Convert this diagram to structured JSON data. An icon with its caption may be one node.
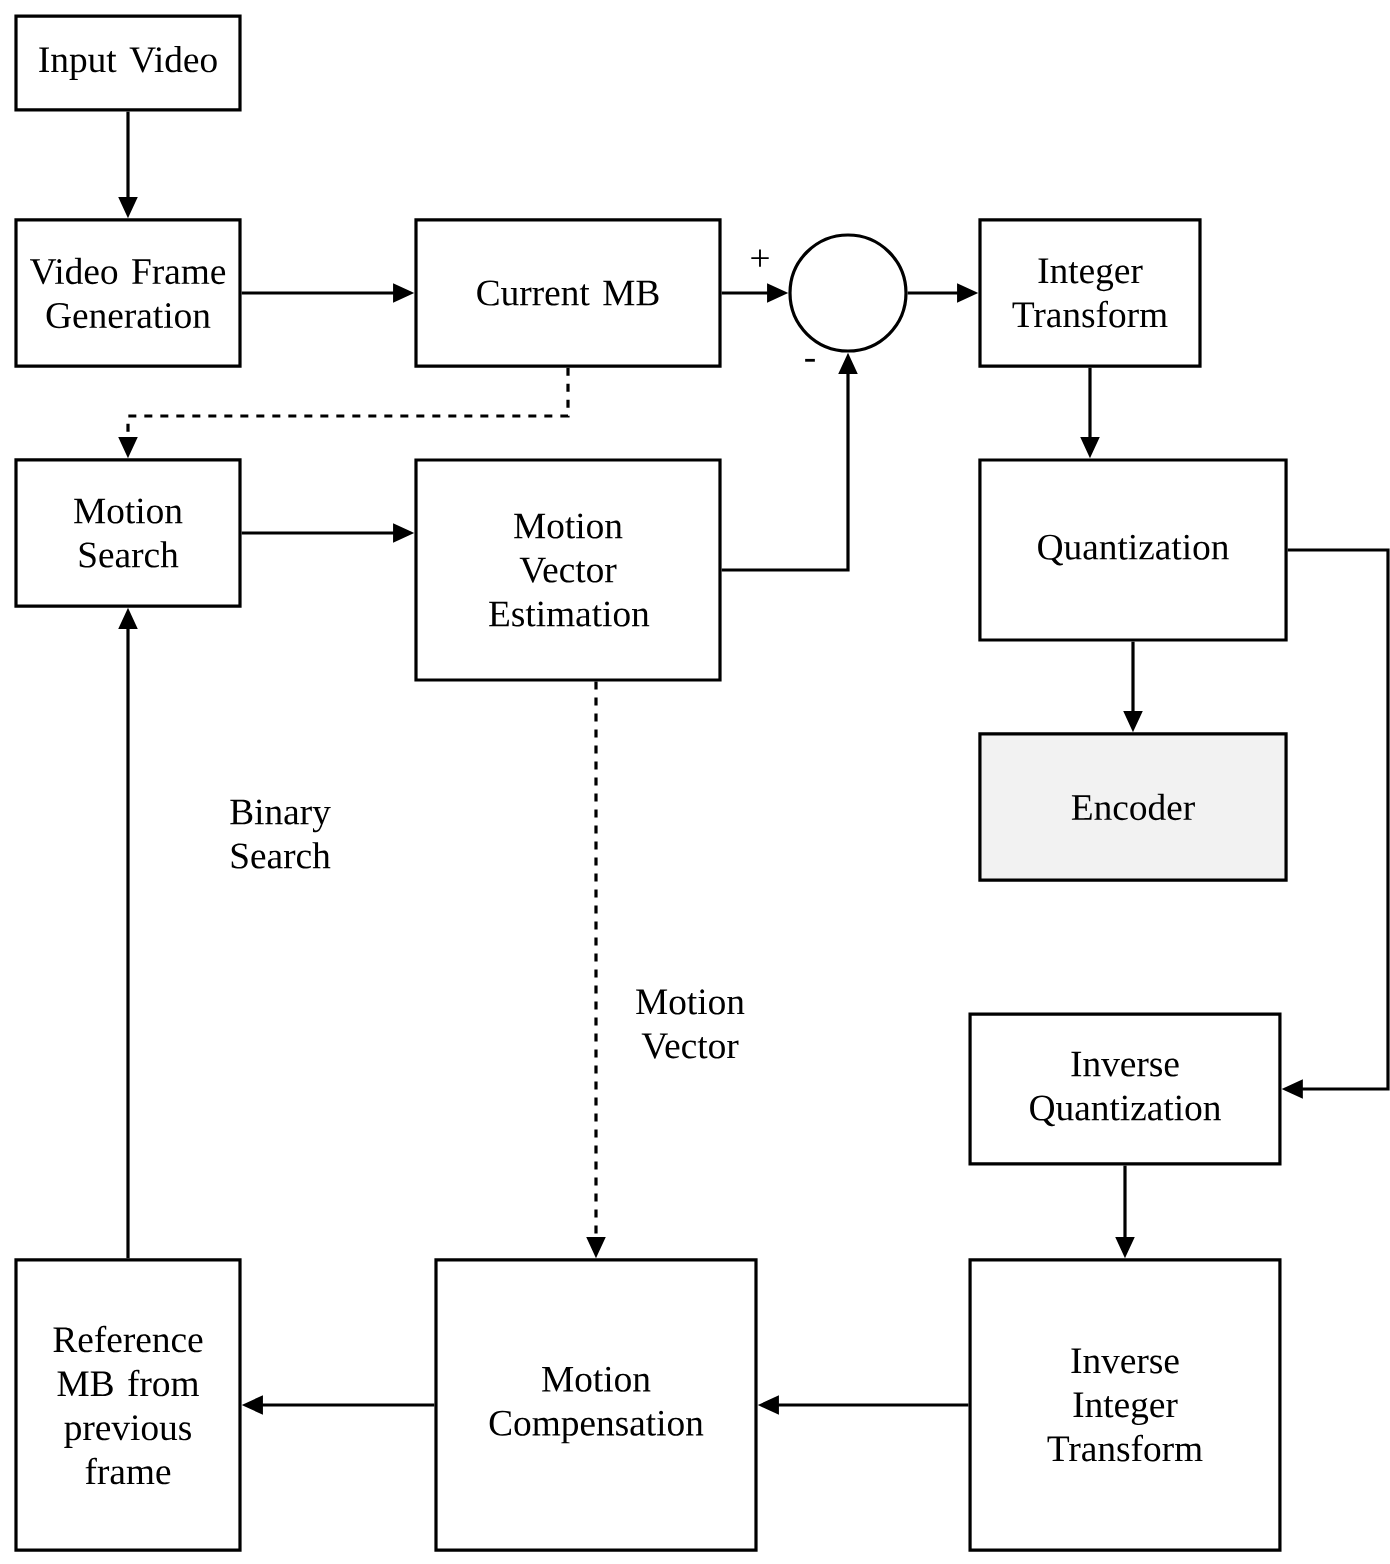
{
  "diagram": {
    "nodes": [
      {
        "text": [
          "Input Video"
        ]
      },
      {
        "text": [
          "Video Frame Generation"
        ]
      },
      {
        "text": [
          "Current MB"
        ]
      },
      {
        "text": [],
        "shape": "circle"
      },
      {
        "text": [
          "Integer Transform"
        ]
      },
      {
        "text": [
          "Motion Search"
        ]
      },
      {
        "text": [
          "Motion Vector Estimation"
        ]
      },
      {
        "text": [
          "Quantization"
        ]
      },
      {
        "text": [
          "Encoder"
        ]
      },
      {
        "text": [
          "Inverse Quantization"
        ]
      },
      {
        "text": [
          "Reference MB from previous frame"
        ]
      },
      {
        "text": [
          "Motion Compensation"
        ]
      },
      {
        "text": [
          "Inverse Integer Transform"
        ]
      }
    ],
    "edges": [
      {
        "from": 0,
        "to": 1,
        "arrow": "to"
      },
      {
        "from": 1,
        "to": 2,
        "arrow": "to"
      },
      {
        "from": 2,
        "to": 3,
        "arrow": "to",
        "label": "+"
      },
      {
        "from": 6,
        "to": 3,
        "arrow": "to",
        "label": "-"
      },
      {
        "from": 3,
        "to": 4,
        "arrow": "to"
      },
      {
        "from": 2,
        "to": 5,
        "arrow": "to",
        "style": "dashed"
      },
      {
        "from": 5,
        "to": 6,
        "arrow": "to"
      },
      {
        "from": 4,
        "to": 7,
        "arrow": "to"
      },
      {
        "from": 7,
        "to": 8,
        "arrow": "to"
      },
      {
        "from": 7,
        "to": 9,
        "arrow": "to"
      },
      {
        "from": 9,
        "to": 12,
        "arrow": "to"
      },
      {
        "from": 12,
        "to": 11,
        "arrow": "to"
      },
      {
        "from": 6,
        "to": 11,
        "arrow": "to",
        "style": "dashed",
        "label": "Motion Vector"
      },
      {
        "from": 11,
        "to": 10,
        "arrow": "to"
      },
      {
        "from": 10,
        "to": 5,
        "arrow": "to",
        "label": "Binary Search"
      }
    ]
  }
}
